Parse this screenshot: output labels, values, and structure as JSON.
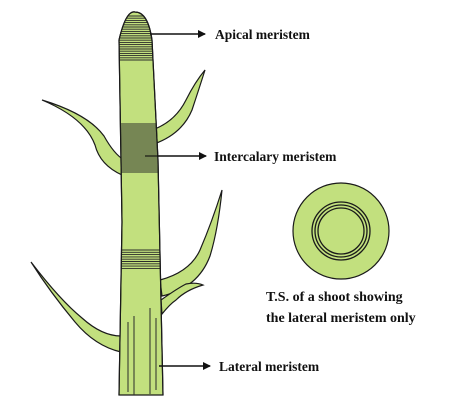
{
  "colors": {
    "tissue_fill": "#c2e07e",
    "outline": "#1a1a1a",
    "meristem_band": "#2b2b2b",
    "label_text": "#111111",
    "background": "#ffffff"
  },
  "labels": {
    "apical": "Apical meristem",
    "intercalary": "Intercalary meristem",
    "lateral": "Lateral meristem"
  },
  "cross_section": {
    "caption_line1": "T.S. of a shoot showing",
    "caption_line2": "the lateral meristem only"
  }
}
